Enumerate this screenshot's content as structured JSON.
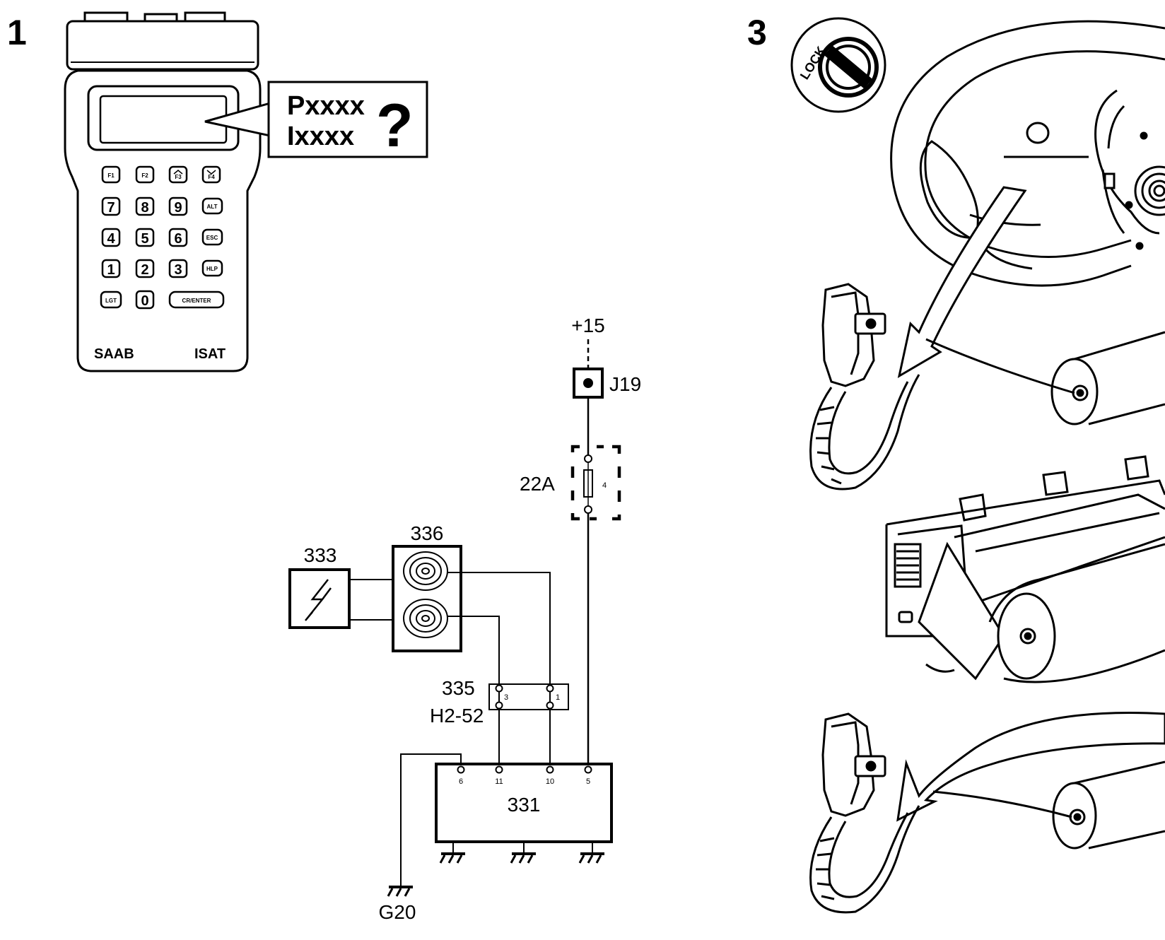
{
  "steps": {
    "step1_number": "1",
    "step3_number": "3"
  },
  "isat": {
    "brand_left": "SAAB",
    "brand_right": "ISAT",
    "callout_line1": "Pxxxx",
    "callout_line2": "Ixxxx",
    "callout_mark": "?",
    "function_keys": [
      "F1",
      "F2",
      "F3",
      "F4"
    ],
    "rows": [
      [
        "7",
        "8",
        "9",
        "ALT"
      ],
      [
        "4",
        "5",
        "6",
        "ESC"
      ],
      [
        "1",
        "2",
        "3",
        "HLP"
      ],
      [
        "LGT",
        "0",
        "CR/ENTER"
      ]
    ]
  },
  "circuit": {
    "supply": "+15",
    "connector_j19": "J19",
    "fuse": "22A",
    "fuse_pin": "4",
    "coil": "336",
    "module_333": "333",
    "connector_335": "335",
    "connector_code": "H2-52",
    "pin_3": "3",
    "pin_1": "1",
    "control_unit": "331",
    "cu_pin_6": "6",
    "cu_pin_11": "11",
    "cu_pin_10": "10",
    "cu_pin_5": "5",
    "ground": "G20"
  },
  "step3": {
    "lock_label": "LOCK"
  }
}
